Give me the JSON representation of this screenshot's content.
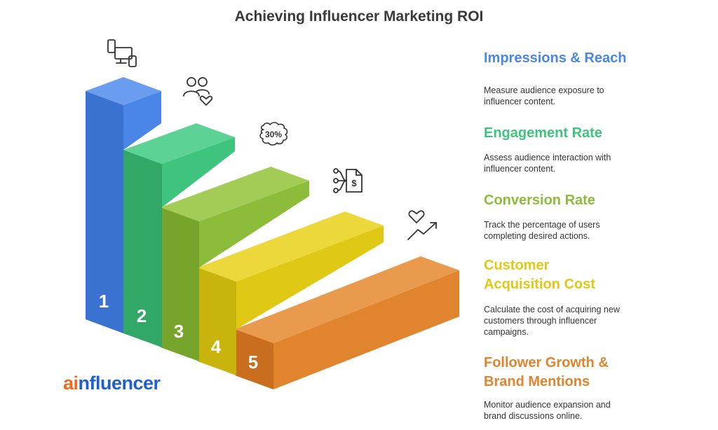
{
  "title": "Achieving Influencer Marketing ROI",
  "steps": [
    {
      "number": "1",
      "heading": "Impressions & Reach",
      "description": "Measure audience exposure to influencer content.",
      "color": "#4a86e8",
      "icon": "devices-icon"
    },
    {
      "number": "2",
      "heading": "Engagement Rate",
      "description": "Assess audience interaction with influencer content.",
      "color": "#3ec47c",
      "icon": "users-heart-icon"
    },
    {
      "number": "3",
      "heading": "Conversion Rate",
      "description": "Track the percentage of users completing desired actions.",
      "color": "#8cbd3a",
      "icon": "percent-badge-icon"
    },
    {
      "number": "4",
      "heading": "Customer Acquisition Cost",
      "description": "Calculate the cost of acquiring new customers through influencer campaigns.",
      "color": "#e0c915",
      "icon": "cost-document-icon"
    },
    {
      "number": "5",
      "heading": "Follower Growth & Brand Mentions",
      "description": "Monitor audience expansion and brand discussions online.",
      "color": "#e0842e",
      "icon": "heart-trend-icon"
    }
  ],
  "icons": {
    "percent_text": "30%"
  },
  "logo": {
    "part1": "ai",
    "part2": "nfluencer"
  }
}
